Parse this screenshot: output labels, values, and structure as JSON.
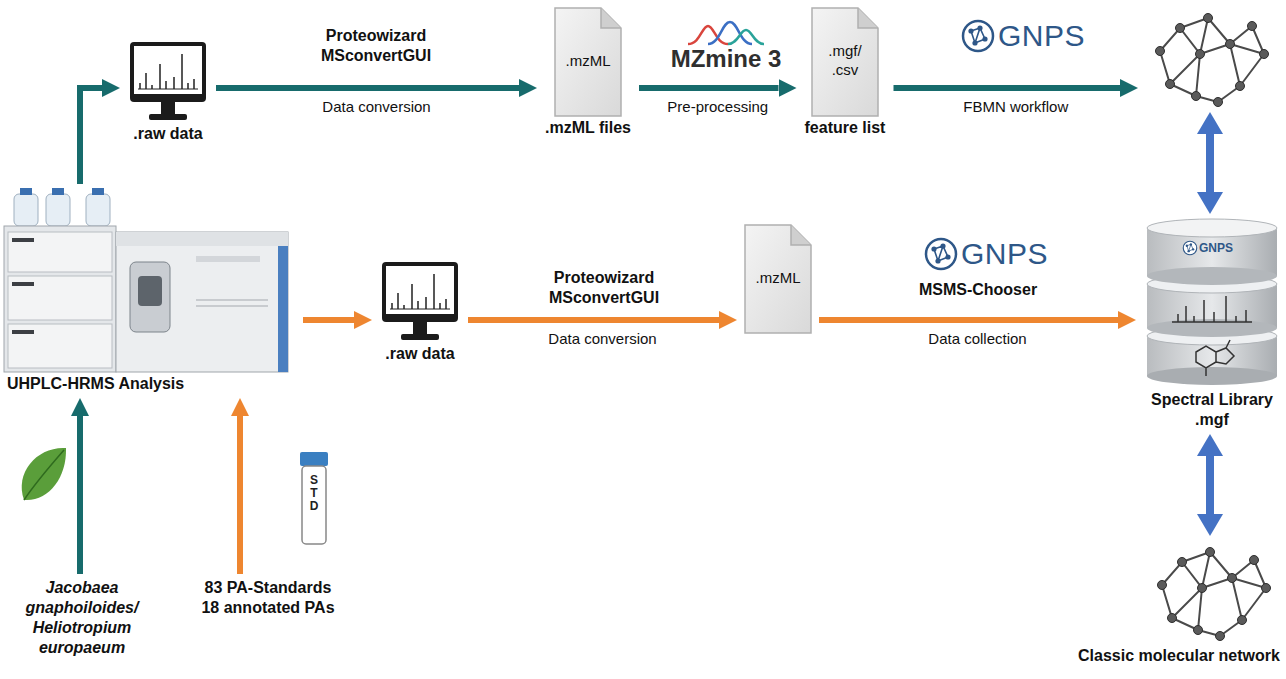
{
  "diagram": {
    "nodes": [
      {
        "text": [
          "UHPLC-HRMS Analysis"
        ]
      },
      {
        "text": [
          ".raw data"
        ]
      },
      {
        "text": [
          ".mzML",
          ".mzML files"
        ]
      },
      {
        "text": [
          ".mgf/ .csv",
          "feature list"
        ]
      },
      {
        "text": []
      },
      {
        "text": [
          ".raw data"
        ]
      },
      {
        "text": [
          ".mzML"
        ]
      },
      {
        "text": [
          "Spectral Library .mgf"
        ]
      },
      {
        "text": [
          "Jacobaea gnaphoiloides/ Heliotropium europaeum"
        ]
      },
      {
        "text": [
          "83 PA-Standards 18 annotated PAs"
        ]
      },
      {
        "text": [
          "Classic molecular network"
        ]
      }
    ],
    "edges": [
      {
        "from": 8,
        "to": 0,
        "arrow": "to"
      },
      {
        "from": 9,
        "to": 0,
        "arrow": "to"
      },
      {
        "from": 0,
        "to": 1,
        "arrow": "to"
      },
      {
        "from": 1,
        "to": 2,
        "arrow": "to",
        "label": "Data conversion"
      },
      {
        "from": 2,
        "to": 3,
        "arrow": "to",
        "label": "Pre-processing"
      },
      {
        "from": 3,
        "to": 4,
        "arrow": "to",
        "label": "FBMN workflow"
      },
      {
        "from": 0,
        "to": 5,
        "arrow": "to"
      },
      {
        "from": 5,
        "to": 6,
        "arrow": "to",
        "label": "Data conversion"
      },
      {
        "from": 6,
        "to": 7,
        "arrow": "to",
        "label": "Data collection"
      },
      {
        "from": 4,
        "to": 7,
        "arrow": "both"
      },
      {
        "from": 7,
        "to": 10,
        "arrow": "both"
      }
    ],
    "labels": [
      "Proteowizard MSconvertGUI",
      "MZmine 3",
      "GNPS",
      "Proteowizard MSconvertGUI",
      "GNPS",
      "MSMS-Chooser",
      "GNPS",
      "STD"
    ]
  }
}
